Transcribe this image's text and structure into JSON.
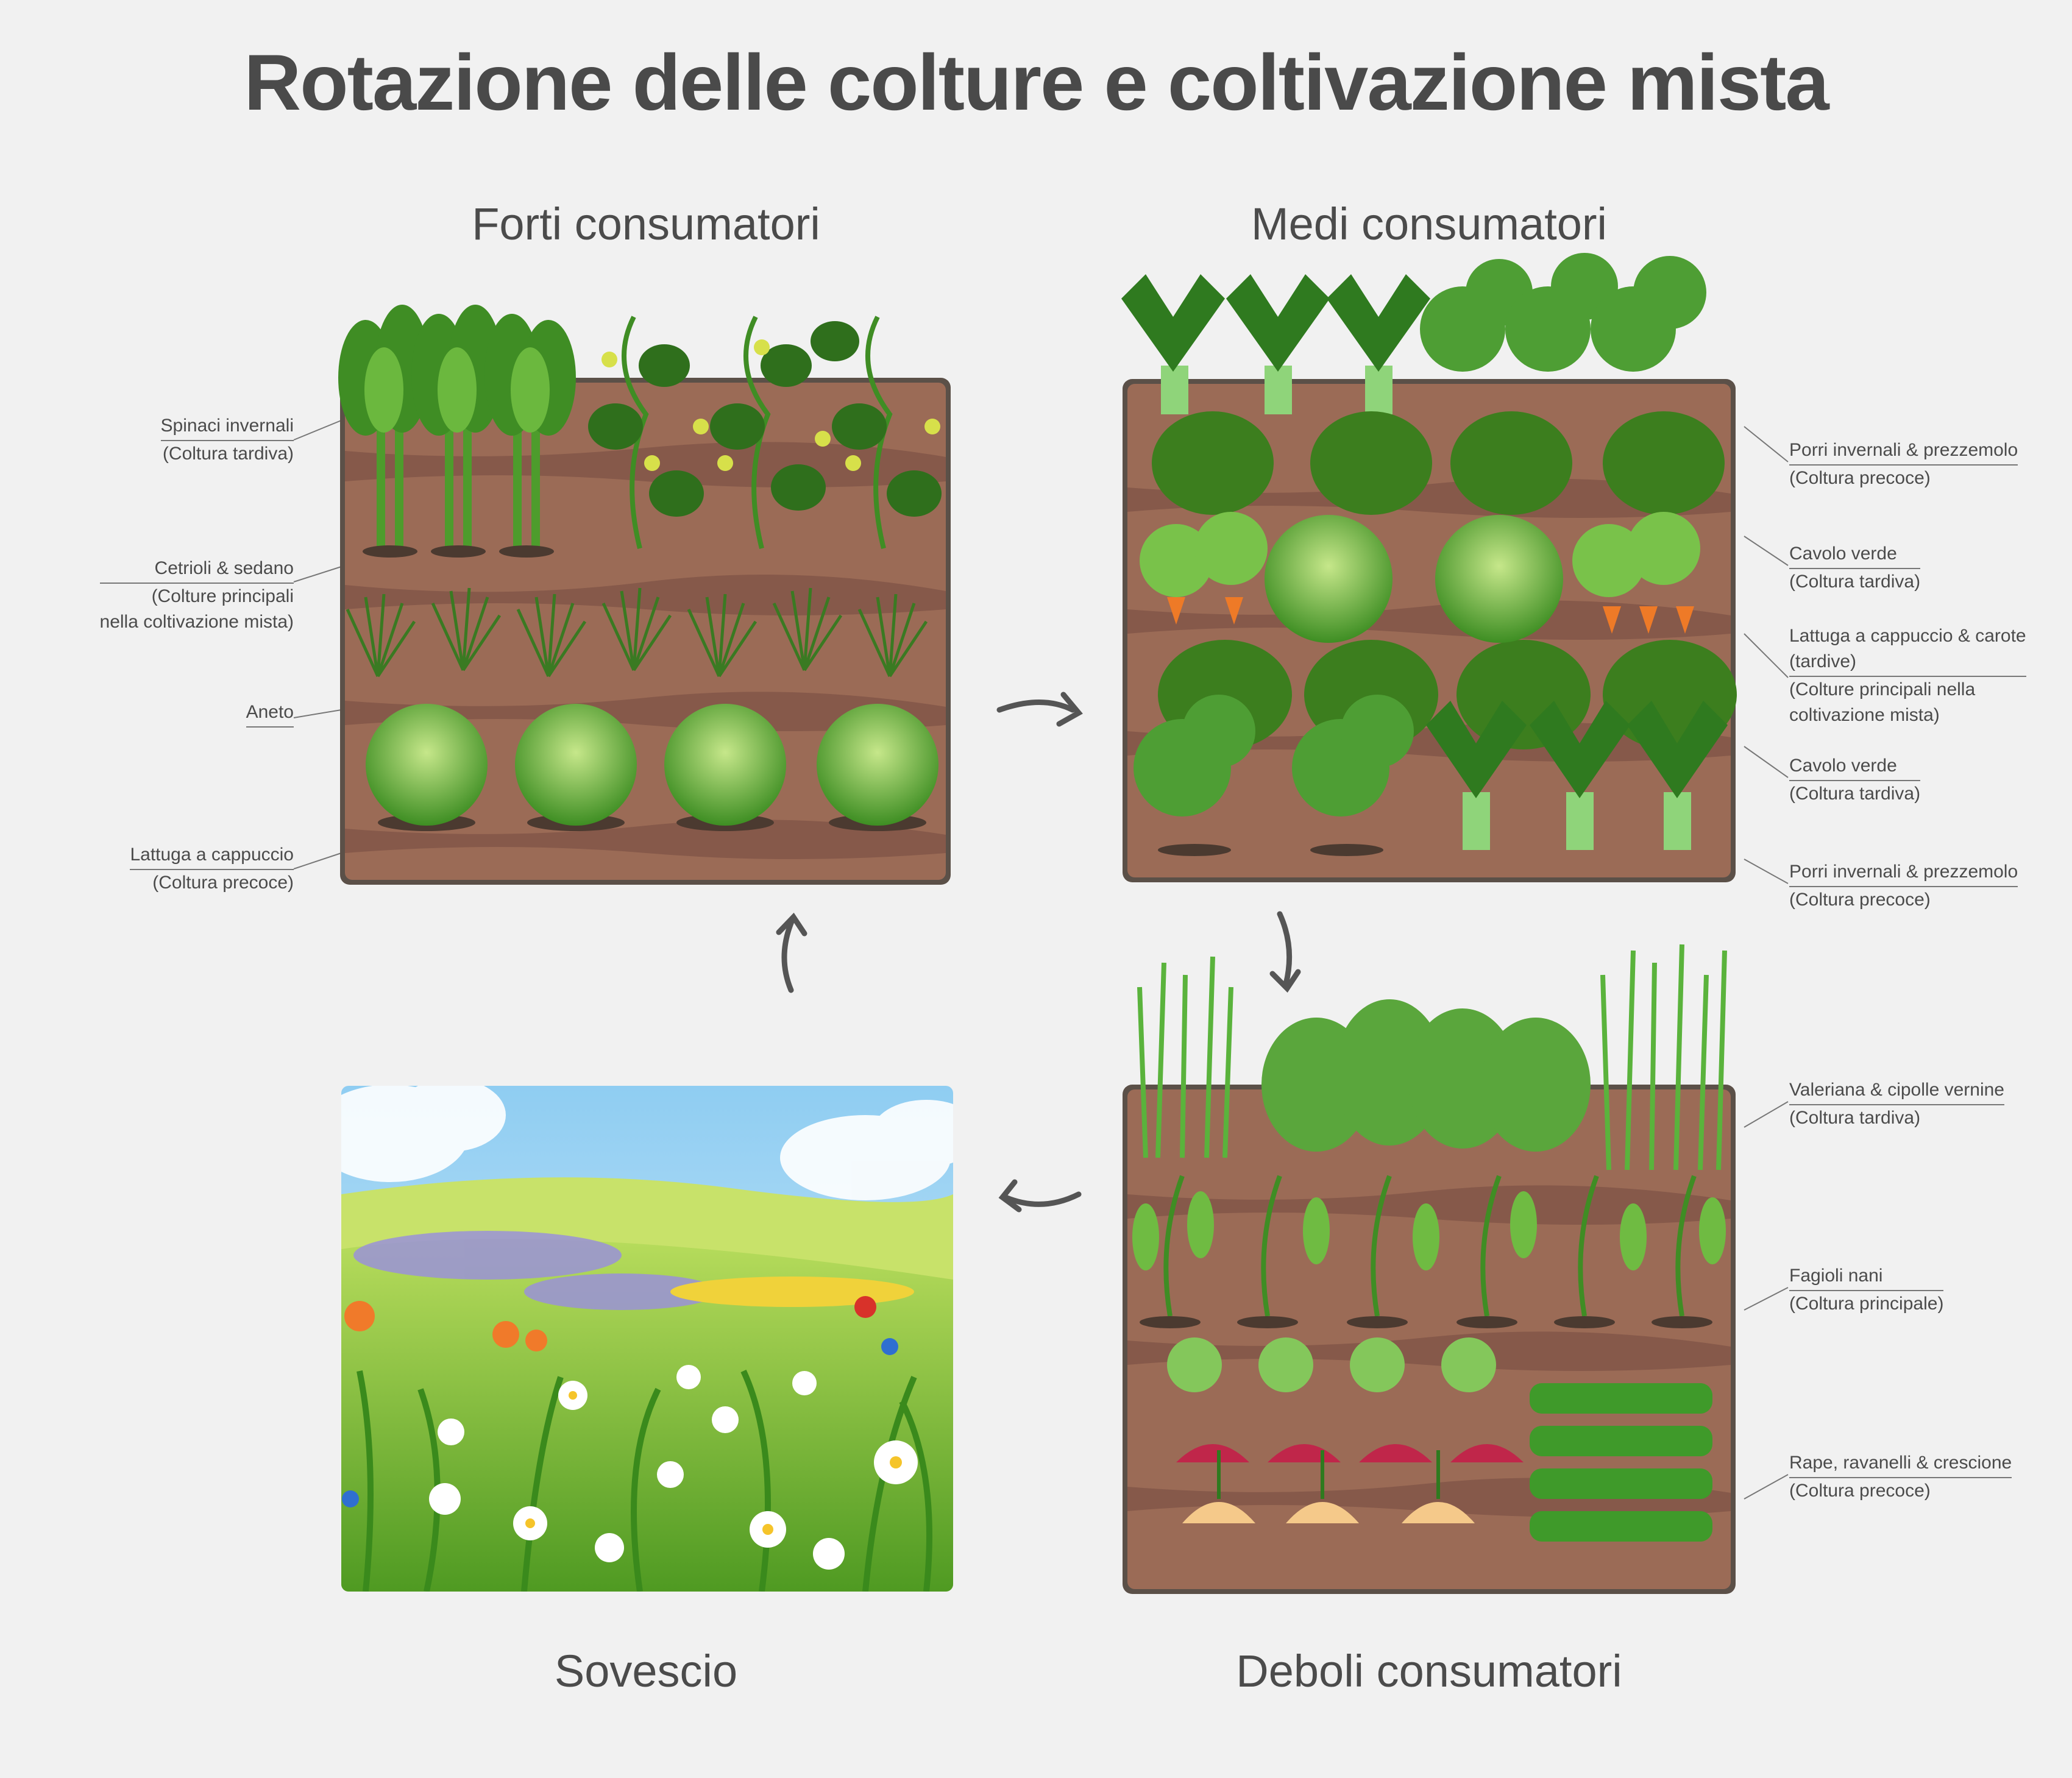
{
  "title": "Rotazione delle colture e coltivazione mista",
  "sections": {
    "forti": "Forti consumatori",
    "medi": "Medi consumatori",
    "deboli": "Deboli consumatori",
    "sovescio": "Sovescio"
  },
  "labels": {
    "forti": [
      {
        "lines": [
          "Spinaci invernali",
          "(Coltura tardiva)"
        ]
      },
      {
        "lines": [
          "Cetrioli & sedano",
          "(Colture principali",
          "nella coltivazione mista)"
        ]
      },
      {
        "lines": [
          "Aneto"
        ]
      },
      {
        "lines": [
          "Lattuga a cappuccio",
          "(Coltura precoce)"
        ]
      }
    ],
    "medi": [
      {
        "lines": [
          "Porri invernali & prezzemolo",
          "(Coltura precoce)"
        ]
      },
      {
        "lines": [
          "Cavolo verde",
          "(Coltura tardiva)"
        ]
      },
      {
        "lines": [
          "Lattuga a cappuccio & carote",
          "(tardive)",
          "(Colture principali nella",
          "coltivazione mista)"
        ]
      },
      {
        "lines": [
          "Cavolo verde",
          "(Coltura tardiva)"
        ]
      },
      {
        "lines": [
          "Porri invernali & prezzemolo",
          "(Coltura precoce)"
        ]
      }
    ],
    "deboli": [
      {
        "lines": [
          "Valeriana & cipolle vernine",
          "(Coltura tardiva)"
        ]
      },
      {
        "lines": [
          "Fagioli nani",
          "(Coltura principale)"
        ]
      },
      {
        "lines": [
          "Rape, ravanelli & crescione",
          "(Coltura precoce)"
        ]
      }
    ]
  },
  "icons": [
    "spinach-icon",
    "cucumber-icon",
    "dill-icon",
    "lettuce-icon",
    "leek-icon",
    "parsley-icon",
    "kale-icon",
    "carrot-icon",
    "onion-icon",
    "bean-icon",
    "beet-icon",
    "turnip-icon",
    "cress-icon",
    "meadow-illustration",
    "cycle-arrow-icon"
  ],
  "colors": {
    "background": "#f1f1f1",
    "soil": "#9b6b56",
    "soil_dark": "#86594a",
    "bed_border": "#5b5048",
    "leaf_dark": "#2f7a1f",
    "leaf": "#4a9a2a",
    "leaf_light": "#8ccf4a",
    "text": "#4b4b4b"
  }
}
